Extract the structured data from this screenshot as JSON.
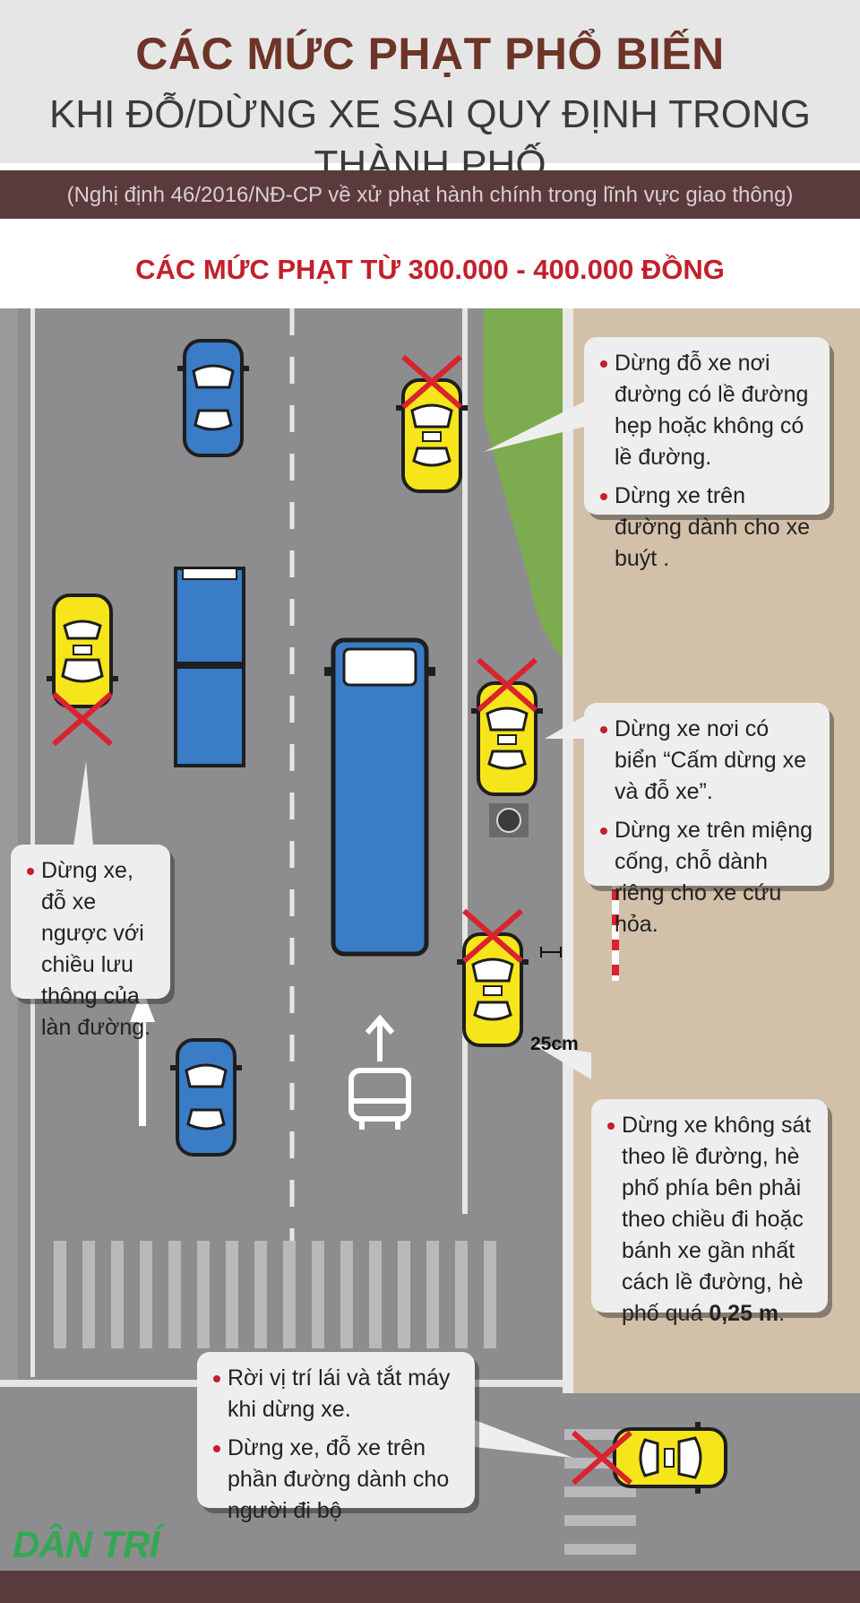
{
  "header": {
    "title_line1": "CÁC MỨC PHẠT PHỔ BIẾN",
    "title_line2": "KHI ĐỖ/DỪNG XE SAI QUY ĐỊNH TRONG THÀNH PHỐ",
    "subtitle": "(Nghị định 46/2016/NĐ-CP về xử phạt hành chính trong lĩnh vực giao thông)",
    "fine_range": "CÁC MỨC PHẠT TỪ 300.000  - 400.000 ĐỒNG"
  },
  "bubbles": {
    "b1": {
      "item1": "Dừng đỗ xe nơi đường có lề đường hẹp hoặc không có lề đường.",
      "item2": "Dừng xe trên đường dành cho xe buýt ."
    },
    "b2": {
      "item1": "Dừng xe nơi có biển “Cấm dừng xe và đỗ xe”.",
      "item2": "Dừng xe trên miệng cống, chỗ dành riêng cho xe cứu hỏa."
    },
    "b3": {
      "item1": "Dừng xe, đỗ xe ngược với chiều lưu thông của làn đường."
    },
    "b4": {
      "item1_pre": "Dừng xe không sát theo lề đường, hè phố phía bên phải theo chiều đi hoặc bánh xe gần nhất cách lề đường, hè phố quá ",
      "item1_bold": "0,25 m",
      "item1_post": "."
    },
    "b5": {
      "item1": "Rời vị trí lái và tắt máy khi dừng xe.",
      "item2": "Dừng xe, đỗ xe trên phần đường dành cho người đi bộ"
    }
  },
  "distance_label": "25cm",
  "logo": "DÂN TRÍ",
  "icons": [
    "cross-mark-icon",
    "no-parking-sign-icon",
    "arrow-up-icon",
    "bus-lane-icon",
    "manhole-icon"
  ],
  "colors": {
    "title": "#6e3427",
    "band": "#5b3a3e",
    "fine": "#c2202b",
    "road": "#8d8d8f",
    "sidewalk": "#d3c0a8",
    "grass": "#7dab4f",
    "taxi": "#f5e51a",
    "blue_car": "#3a7cc6"
  }
}
